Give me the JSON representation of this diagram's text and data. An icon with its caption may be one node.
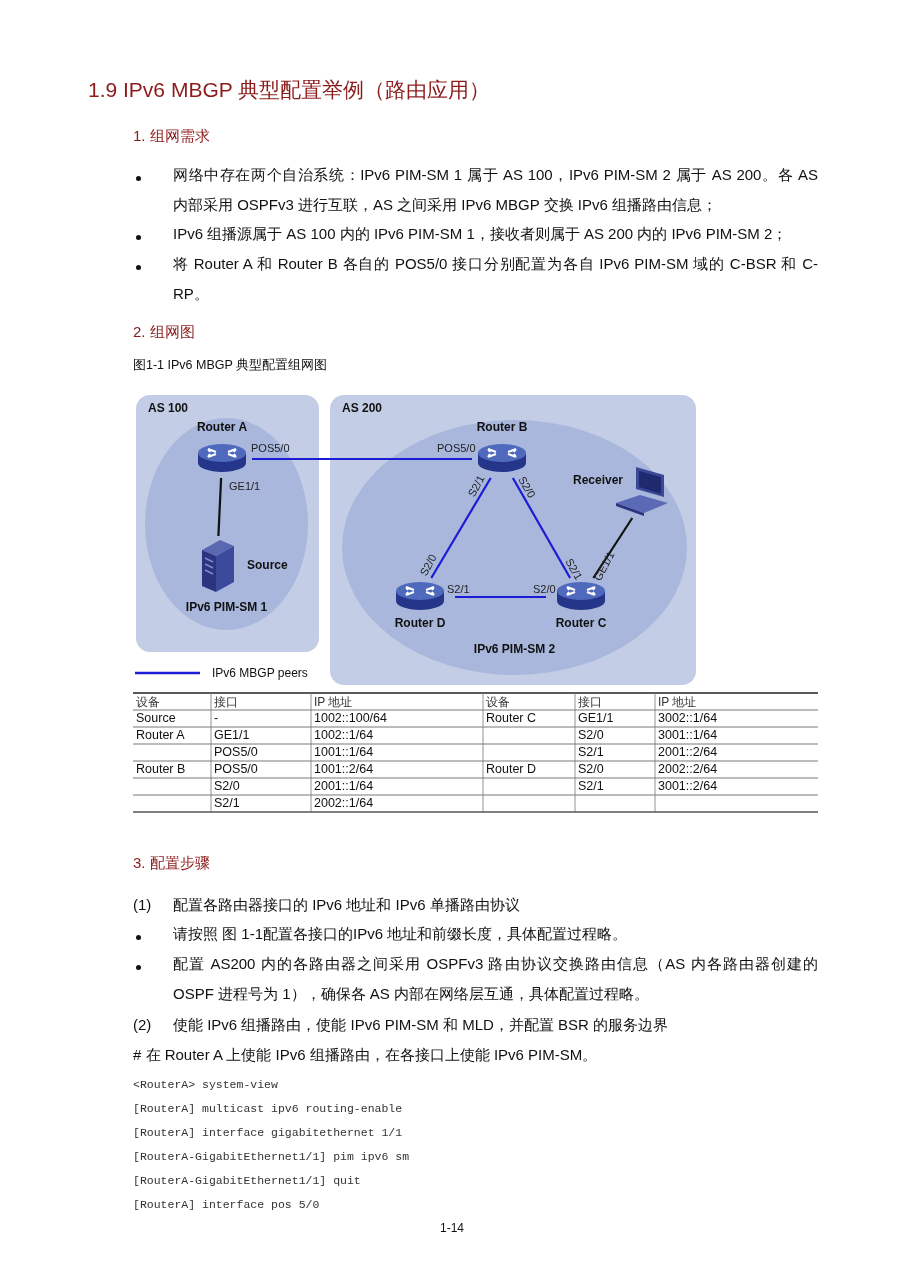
{
  "diagram": {
    "title": "1.9 IPv6 MBGP 典型配置举例（路由应用）",
    "caption": "图1-1 IPv6 MBGP 典型配置组网图",
    "nodes": [
      {
        "text": [
          "AS 100"
        ]
      },
      {
        "text": [
          "IPv6 PIM-SM 1"
        ],
        "in": 0
      },
      {
        "text": [
          "Router A"
        ],
        "in": 1
      },
      {
        "text": [
          "Source"
        ],
        "in": 1
      },
      {
        "text": [
          "AS 200"
        ]
      },
      {
        "text": [
          "IPv6 PIM-SM 2"
        ],
        "in": 4
      },
      {
        "text": [
          "Router B"
        ],
        "in": 5
      },
      {
        "text": [
          "Receiver"
        ],
        "in": 5
      },
      {
        "text": [
          "Router D"
        ],
        "in": 5
      },
      {
        "text": [
          "Router C"
        ],
        "in": 5
      }
    ],
    "edges": [
      {
        "from": 2,
        "to": 3,
        "arrow": "none",
        "color": "#111111"
      },
      {
        "from": 2,
        "to": 6,
        "arrow": "none"
      },
      {
        "from": 6,
        "to": 8,
        "arrow": "none"
      },
      {
        "from": 6,
        "to": 9,
        "arrow": "none"
      },
      {
        "from": 8,
        "to": 9,
        "arrow": "none"
      },
      {
        "from": 9,
        "to": 7,
        "arrow": "none",
        "color": "#111111"
      }
    ],
    "labels": [
      "1. 组网需求",
      "网络中存在两个自治系统：IPv6 PIM-SM 1 属于 AS 100，IPv6 PIM-SM 2 属于 AS 200。各 AS 内部采用 OSPFv3 进行互联，AS 之间采用 IPv6 MBGP 交换 IPv6 组播路由信息；",
      "IPv6 组播源属于 AS 100 内的 IPv6 PIM-SM 1，接收者则属于 AS 200 内的 IPv6 PIM-SM 2；",
      "将 Router A 和 Router B 各自的 POS5/0 接口分别配置为各自 IPv6 PIM-SM 域的 C-BSR 和 C-RP。",
      "2. 组网图",
      "POS5/0",
      "GE1/1",
      "POS5/0",
      "S2/1",
      "S2/0",
      "S2/0",
      "S2/1",
      "S2/0",
      "S2/1",
      "GE1/1",
      "设备",
      "接口",
      "IP 地址",
      "设备",
      "接口",
      "IP 地址",
      "Source",
      "-",
      "1002::100/64",
      "Router C",
      "GE1/1",
      "3002::1/64",
      "Router A",
      "GE1/1",
      "1002::1/64",
      "S2/0",
      "3001::1/64",
      "POS5/0",
      "1001::1/64",
      "S2/1",
      "2001::2/64",
      "Router B",
      "POS5/0",
      "1001::2/64",
      "Router D",
      "S2/0",
      "2002::2/64",
      "S2/0",
      "2001::1/64",
      "S2/1",
      "3001::2/64",
      "S2/1",
      "2002::1/64",
      "3. 配置步骤",
      "(1)",
      "配置各路由器接口的 IPv6 地址和 IPv6 单播路由协议",
      "请按照 图 1-1配置各接口的IPv6 地址和前缀长度，具体配置过程略。",
      "配置 AS200 内的各路由器之间采用 OSPFv3 路由协议交换路由信息（AS 内各路由器创建的 OSPF 进程号为 1），确保各 AS 内部在网络层互通，具体配置过程略。",
      "(2)",
      "使能 IPv6 组播路由，使能 IPv6 PIM-SM 和 MLD，并配置 BSR 的服务边界",
      "# 在 Router A 上使能 IPv6 组播路由，在各接口上使能 IPv6 PIM-SM。",
      "<RouterA> system-view",
      "[RouterA] multicast ipv6 routing-enable",
      "[RouterA] interface gigabitethernet 1/1",
      "[RouterA-GigabitEthernet1/1] pim ipv6 sm",
      "[RouterA-GigabitEthernet1/1] quit",
      "[RouterA] interface pos 5/0",
      "1-14"
    ],
    "legend": [
      {
        "text": "IPv6 MBGP peers"
      }
    ]
  }
}
